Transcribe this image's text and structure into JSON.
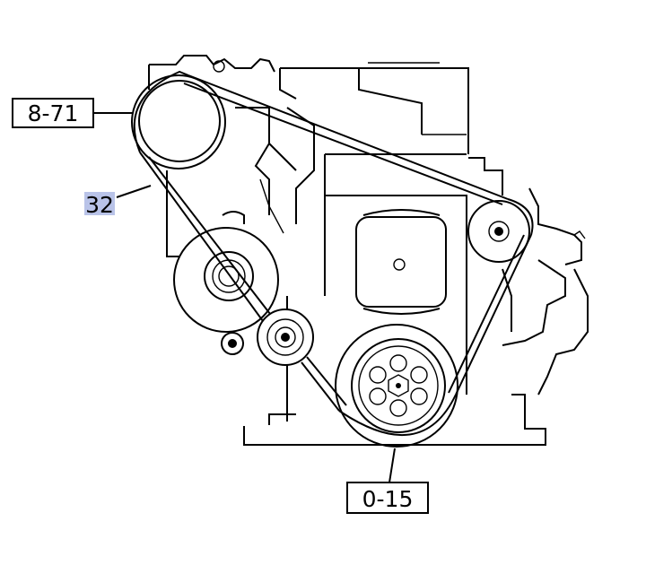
{
  "diagram": {
    "callouts": {
      "top_left": "8-71",
      "left_highlight": "32",
      "bottom": "0-15"
    },
    "colors": {
      "line": "#000000",
      "background": "#ffffff",
      "highlight": "#b9c3e8"
    }
  }
}
